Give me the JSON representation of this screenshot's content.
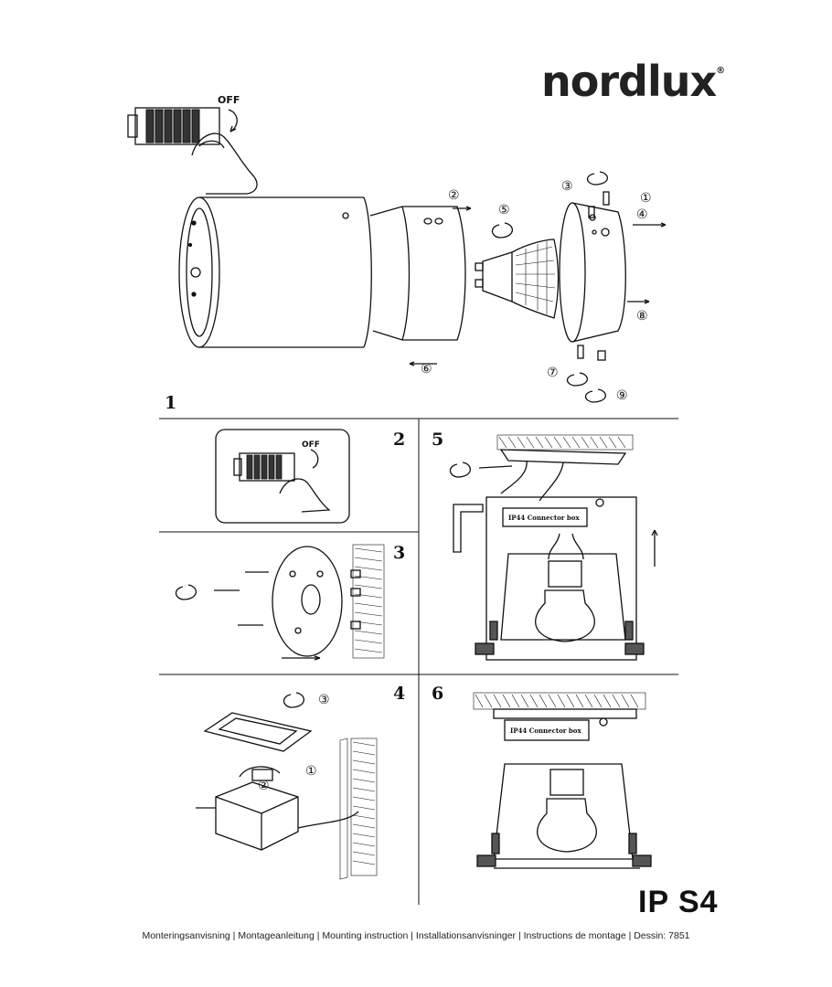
{
  "brand": {
    "name": "nordlux",
    "reg": "®"
  },
  "product": {
    "title": "IP S4"
  },
  "footer": {
    "text": "Monteringsanvisning | Montageanleitung | Mounting instruction | Installationsanvisninger | Instructions de montage | Dessin: 7851"
  },
  "steps": {
    "s1": "1",
    "s2": "2",
    "s3": "3",
    "s4": "4",
    "s5": "5",
    "s6": "6"
  },
  "labels": {
    "off_main": "OFF",
    "off_step2": "OFF",
    "connector_box_5": "IP44 Connector box",
    "connector_box_6": "IP44 Connector box"
  },
  "callouts": {
    "c1": "①",
    "c2": "②",
    "c3": "③",
    "c4": "④",
    "c5": "⑤",
    "c6": "⑥",
    "c7": "⑦",
    "c8": "⑧",
    "c9": "⑨",
    "s4_c1": "①",
    "s4_c2": "②",
    "s4_c3": "③"
  }
}
